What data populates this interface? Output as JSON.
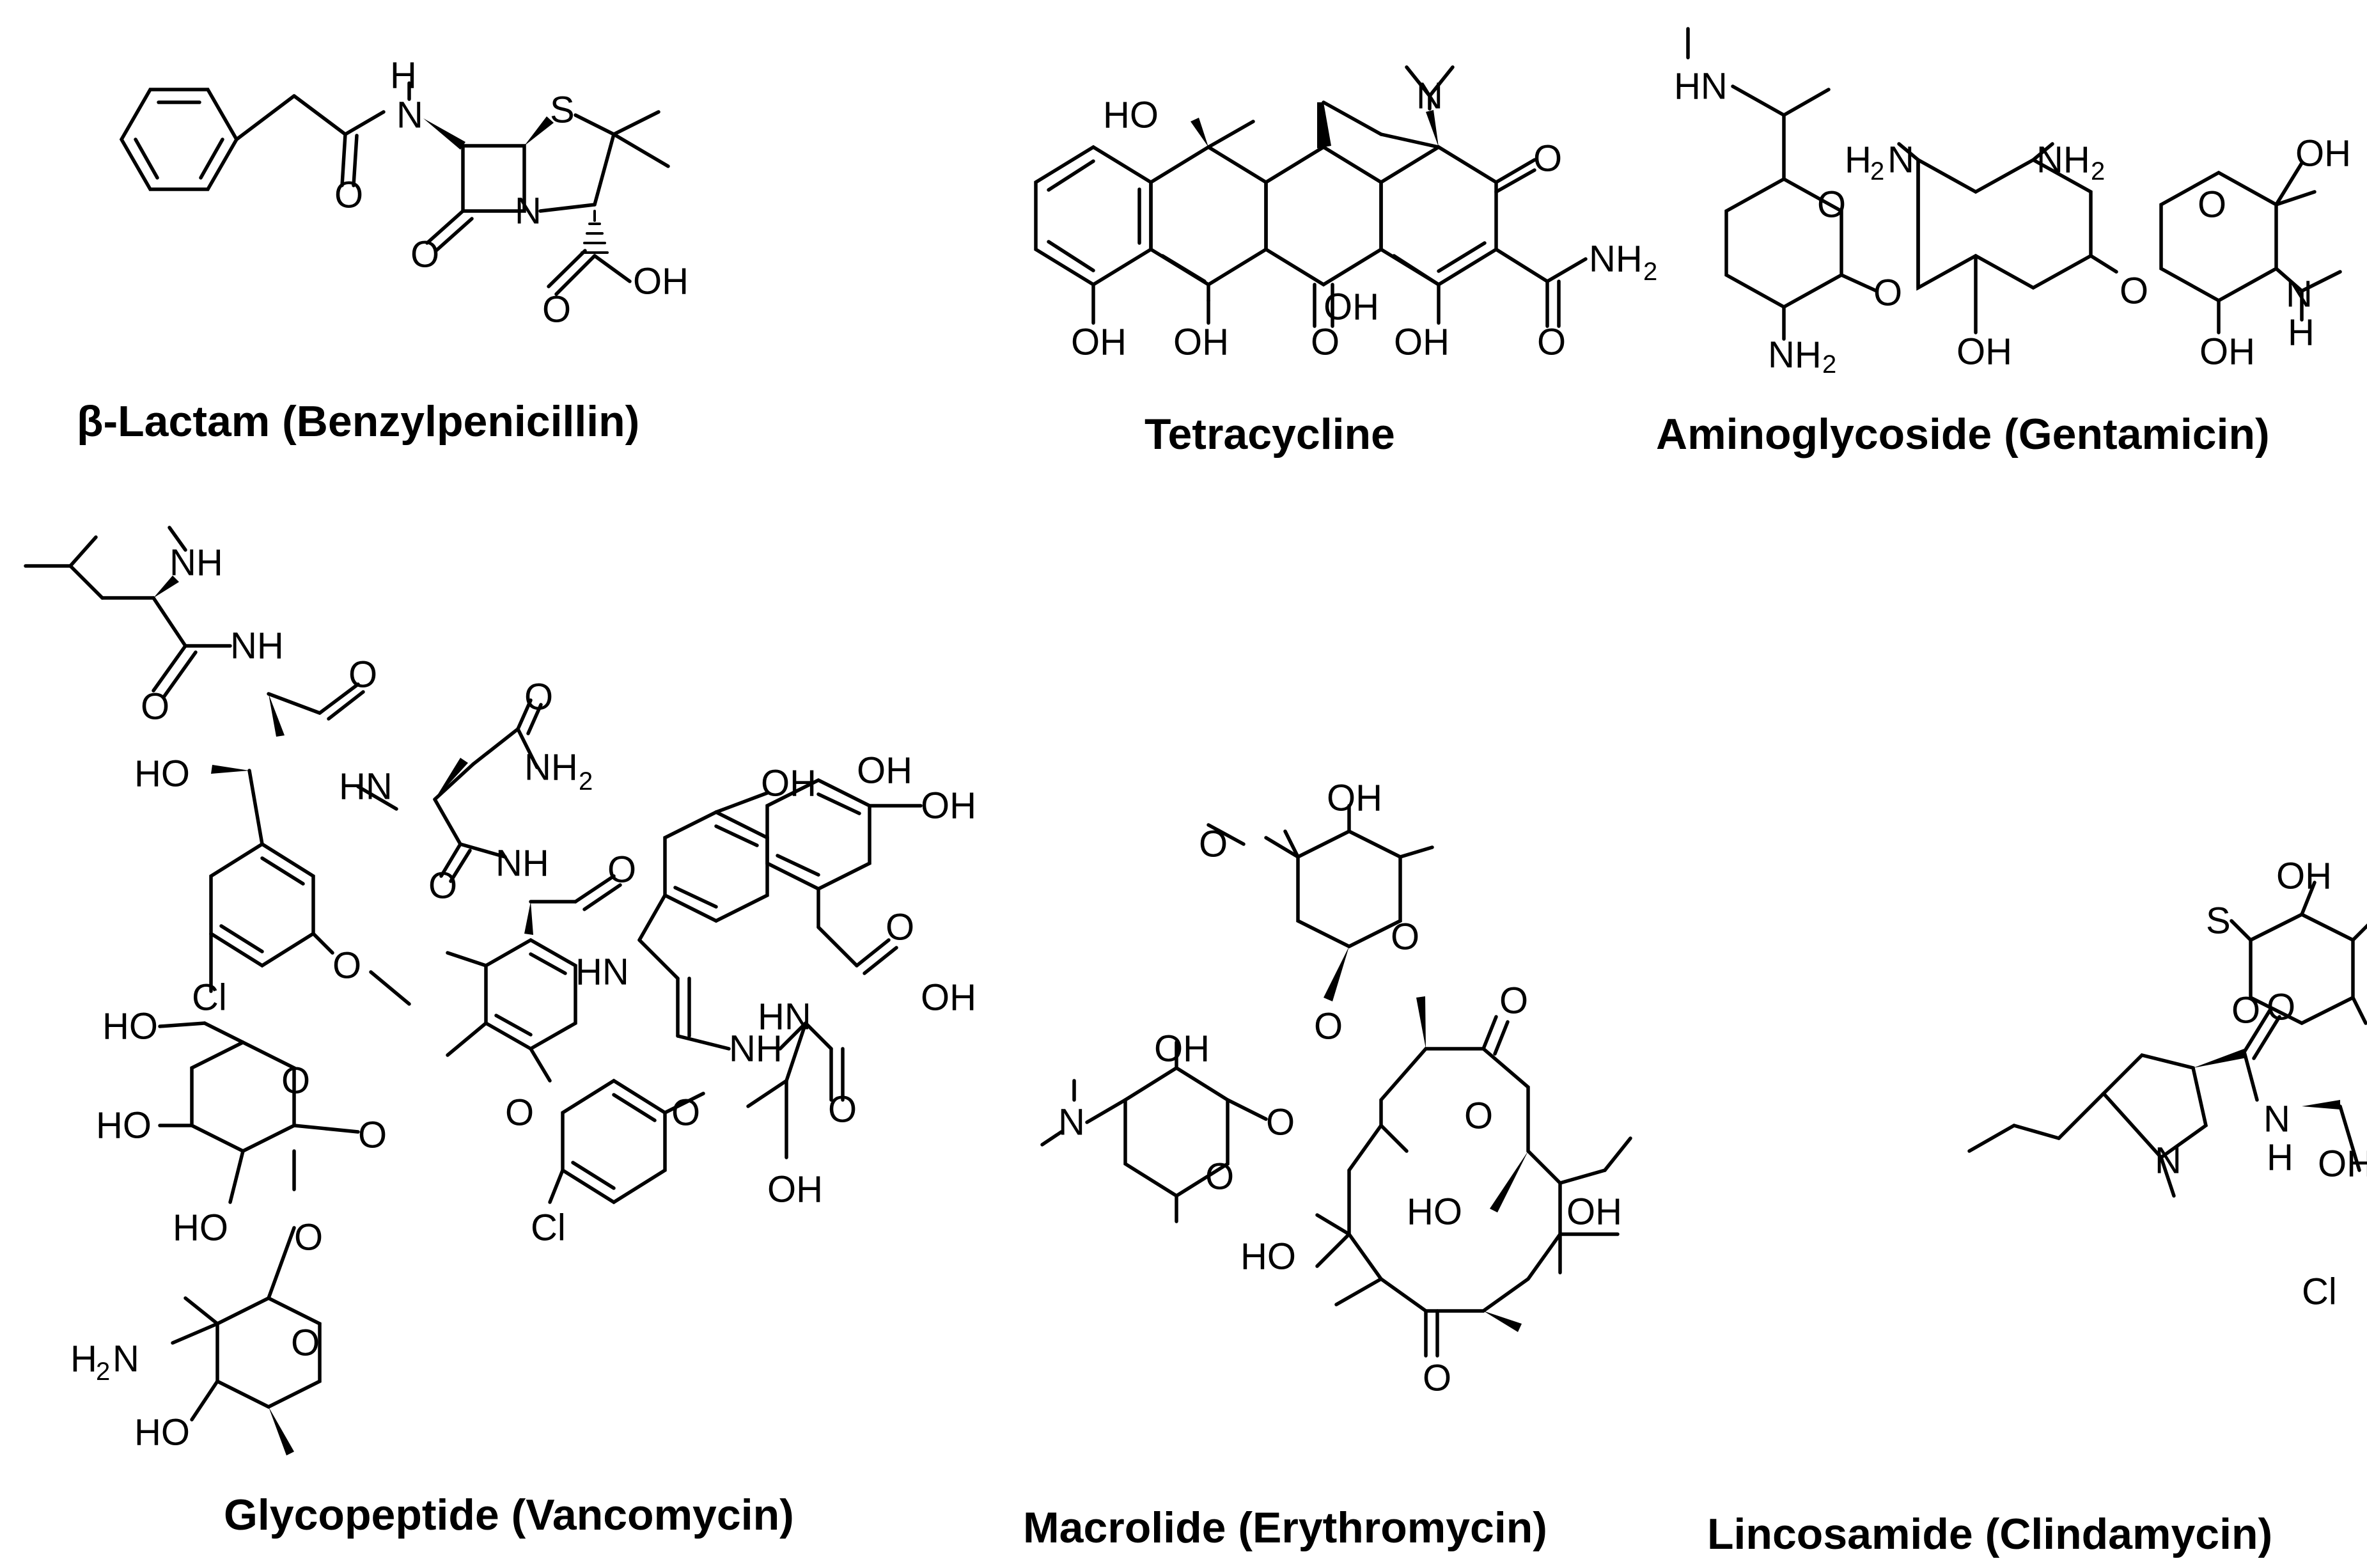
{
  "captions": {
    "beta_lactam": "β-Lactam (Benzylpenicillin)",
    "tetracycline": "Tetracycline",
    "aminoglycoside": "Aminoglycoside (Gentamicin)",
    "glycopeptide": "Glycopeptide (Vancomycin)",
    "macrolide": "Macrolide (Erythromycin)",
    "lincosamide": "Lincosamide (Clindamycin)"
  },
  "labels": {
    "H": "H",
    "N": "N",
    "O": "O",
    "S": "S",
    "OH": "OH",
    "HO": "HO",
    "NH": "NH",
    "HN": "HN",
    "NH2": "NH",
    "H2N": "H",
    "N_sub": "N",
    "two": "2",
    "Cl": "Cl",
    "NH2_sub": "2",
    "hn_h": "H"
  }
}
